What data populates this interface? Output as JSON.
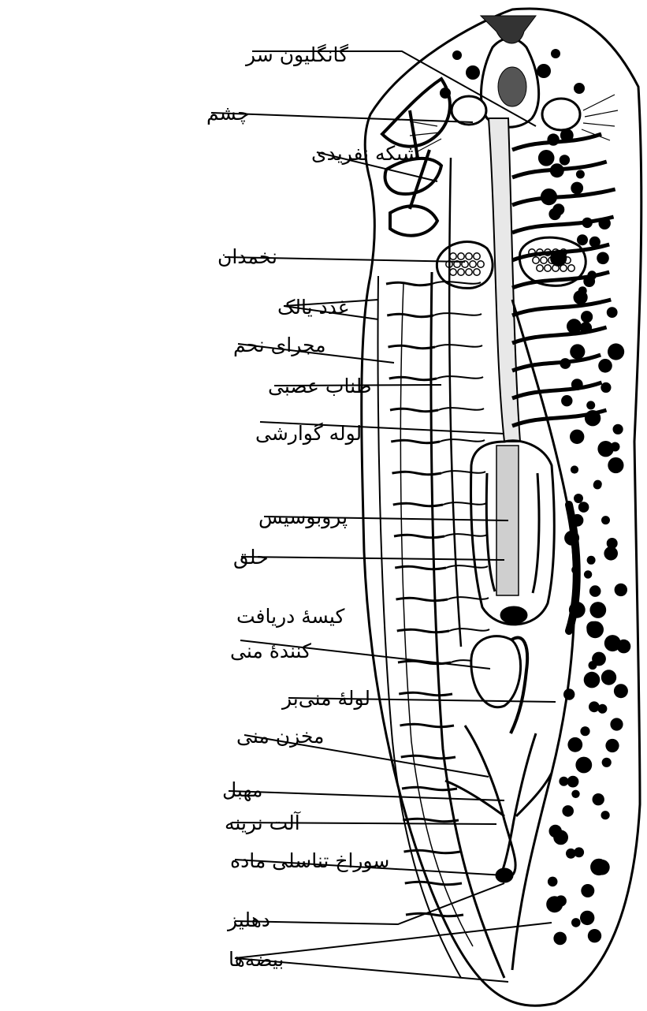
{
  "labels": [
    "گانگلیون سر",
    "چشم",
    "شبکه نفریدی",
    "نخمدان",
    "غدد یالک",
    "مجرای نحم",
    "طناب عصبی",
    "لوله گوارشی",
    "پروبوسیس",
    "حلق",
    "کیسهٔ دریافت",
    "کنندهٔ منی",
    "لولهٔ منی‌بر",
    "مخزن منی",
    "مهبل",
    "آلت نرینه",
    "سوراخ تناسلی ماده",
    "دهلیز",
    "بیضه‌ها"
  ]
}
